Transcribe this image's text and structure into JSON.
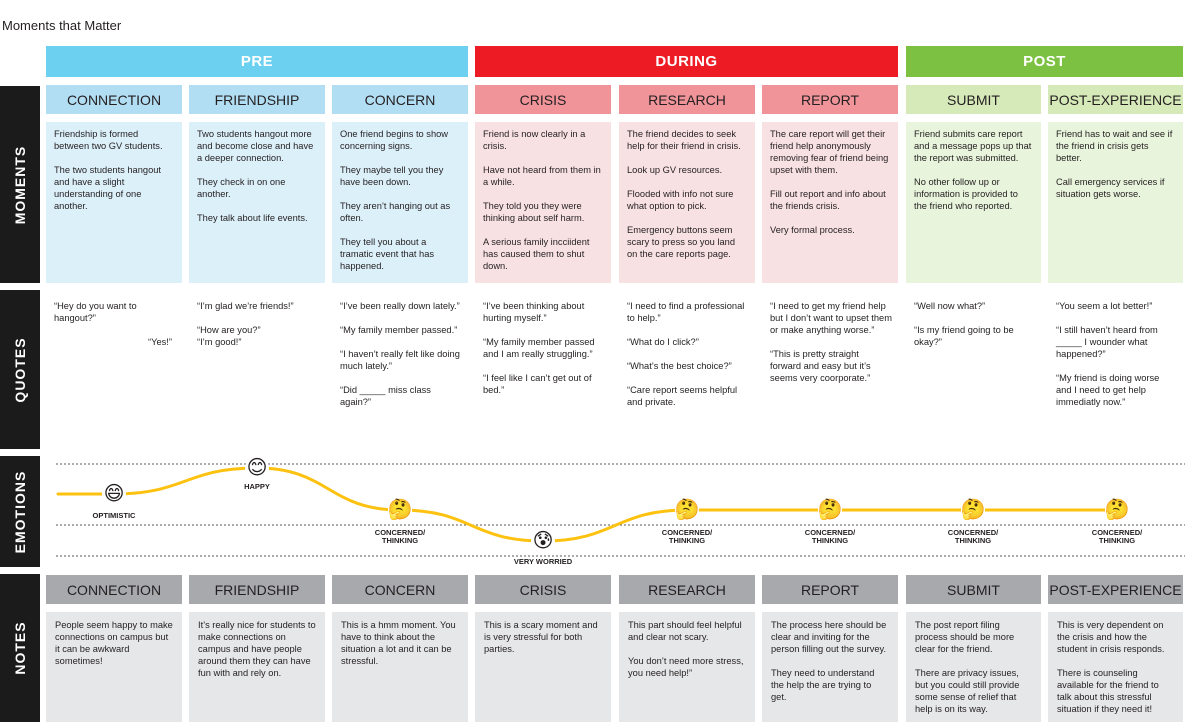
{
  "title": "Moments that Matter",
  "colors": {
    "pre": "#6cd0f0",
    "during": "#ed1c24",
    "post": "#7cc142",
    "curve": "#fdc20f"
  },
  "phases": [
    {
      "label": "PRE",
      "color": "#6cd0f0"
    },
    {
      "label": "DURING",
      "color": "#ed1c24"
    },
    {
      "label": "POST",
      "color": "#7cc142"
    }
  ],
  "row_labels": {
    "moments": "MOMENTS",
    "quotes": "QUOTES",
    "emotions": "EMOTIONS",
    "notes": "NOTES"
  },
  "stages": [
    {
      "label": "CONNECTION",
      "header_color": "#b2def4",
      "box_color": "#dcf0fa",
      "moments": [
        "Friendship is formed between two GV students.",
        "The two students hangout and have a slight understanding of one another."
      ],
      "quotes": [
        {
          "text": "“Hey do you want to hangout?”",
          "align": "left"
        },
        {
          "text": "“Yes!”",
          "align": "right"
        }
      ],
      "emotion": {
        "label": "OPTIMISTIC",
        "icon": "grinning-face-icon",
        "glyph": "😄"
      },
      "notes": [
        "People seem happy to make connections on campus but it can be awkward sometimes!"
      ]
    },
    {
      "label": "FRIENDSHIP",
      "header_color": "#b2def4",
      "box_color": "#dcf0fa",
      "moments": [
        "Two students hangout more and become close and have a deeper connection.",
        "They check in on one another.",
        "They talk about life events."
      ],
      "quotes": [
        {
          "text": "“I’m glad we’re friends!”",
          "align": "left"
        },
        {
          "text": "“How are you?”\n“I’m good!”",
          "align": "left"
        }
      ],
      "emotion": {
        "label": "HAPPY",
        "icon": "smiling-face-icon",
        "glyph": "😊"
      },
      "notes": [
        "It’s really nice for students to make connections on campus and have people around them they can have fun with and rely on."
      ]
    },
    {
      "label": "CONCERN",
      "header_color": "#b2def4",
      "box_color": "#dcf0fa",
      "moments": [
        "One friend begins to show concerning signs.",
        "They maybe tell you they have been down.",
        "They aren’t hanging out as often.",
        "They tell you about a tramatic event that has happened."
      ],
      "quotes": [
        {
          "text": "“I’ve been really down lately.”",
          "align": "left"
        },
        {
          "text": "“My family member passed.”",
          "align": "left"
        },
        {
          "text": "“I haven’t really felt like doing much lately.”",
          "align": "left"
        },
        {
          "text": "“Did _____ miss class again?”",
          "align": "left"
        }
      ],
      "emotion": {
        "label": "CONCERNED/\nTHINKING",
        "icon": "thinking-face-icon",
        "glyph": "🤔"
      },
      "notes": [
        "This is a hmm moment. You have to think about the situation a lot and it can be stressful."
      ]
    },
    {
      "label": "CRISIS",
      "header_color": "#f0949a",
      "box_color": "#f8e1e3",
      "moments": [
        "Friend is now clearly in a crisis.",
        "Have not heard from them in a while.",
        "They told you they were thinking about self harm.",
        "A serious family incciident has caused them to shut down."
      ],
      "quotes": [
        {
          "text": "“I’ve been thinking about hurting myself.”",
          "align": "left"
        },
        {
          "text": "“My family member passed and I am really struggling.”",
          "align": "left"
        },
        {
          "text": "“I feel like I can’t get out of bed.”",
          "align": "left"
        }
      ],
      "emotion": {
        "label": "VERY WORRIED",
        "icon": "crying-face-icon",
        "glyph": "😰"
      },
      "notes": [
        "This is a scary moment and is very stressful for both parties."
      ]
    },
    {
      "label": "RESEARCH",
      "header_color": "#f0949a",
      "box_color": "#f8e1e3",
      "moments": [
        "The friend decides to seek help for their friend in crisis.",
        "Look up GV resources.",
        "Flooded with info not sure what option to pick.",
        "Emergency buttons seem scary to press so you land on the care reports page."
      ],
      "quotes": [
        {
          "text": "“I need to find a professional to help.”",
          "align": "left"
        },
        {
          "text": "“What do I click?”",
          "align": "left"
        },
        {
          "text": "“What’s the best choice?”",
          "align": "left"
        },
        {
          "text": "“Care report seems helpful and private.",
          "align": "left"
        }
      ],
      "emotion": {
        "label": "CONCERNED/\nTHINKING",
        "icon": "thinking-face-icon",
        "glyph": "🤔"
      },
      "notes": [
        "This part should feel helpful and clear not scary.",
        "You don’t need more stress, you need help!”"
      ]
    },
    {
      "label": "REPORT",
      "header_color": "#f0949a",
      "box_color": "#f8e1e3",
      "moments": [
        "The care report will get their friend help anonymously removing fear of friend being upset with them.",
        "Fill out report and info about the friends crisis.",
        "Very formal process."
      ],
      "quotes": [
        {
          "text": "“I need to get my friend help but I don’t want to upset them or make anything worse.”",
          "align": "left"
        },
        {
          "text": "“This is pretty straight forward and easy but it’s seems very coorporate.”",
          "align": "left"
        }
      ],
      "emotion": {
        "label": "CONCERNED/\nTHINKING",
        "icon": "thinking-face-icon",
        "glyph": "🤔"
      },
      "notes": [
        "The process here should be clear and inviting for the person filling out the survey.",
        "They need to understand the help the are trying to get."
      ]
    },
    {
      "label": "SUBMIT",
      "header_color": "#d6e9b9",
      "box_color": "#e9f4dc",
      "moments": [
        "Friend submits care report and a message pops up that the report was submitted.",
        "No other follow up or information is provided to the friend who reported."
      ],
      "quotes": [
        {
          "text": "“Well now what?”",
          "align": "left"
        },
        {
          "text": "“Is my friend going to be okay?”",
          "align": "left"
        }
      ],
      "emotion": {
        "label": "CONCERNED/\nTHINKING",
        "icon": "thinking-face-icon",
        "glyph": "🤔"
      },
      "notes": [
        "The post report filing process should be more clear for the friend.",
        "There are privacy issues, but you could still provide some sense of relief that help is on its way."
      ]
    },
    {
      "label": "POST-EXPERIENCE",
      "header_color": "#d6e9b9",
      "box_color": "#e9f4dc",
      "moments": [
        "Friend has to wait and see if the friend in crisis gets better.",
        "Call emergency services if situation gets worse."
      ],
      "quotes": [
        {
          "text": "“You seem a lot better!”",
          "align": "left"
        },
        {
          "text": "“I still haven’t heard from _____ I wounder what happened?”",
          "align": "left"
        },
        {
          "text": "“My friend is doing worse and I need to get help immediatly now.”",
          "align": "left"
        }
      ],
      "emotion": {
        "label": "CONCERNED/\nTHINKING",
        "icon": "thinking-face-icon",
        "glyph": "🤔"
      },
      "notes": [
        "This is very dependent on the crisis and how the student in crisis responds.",
        "There is counseling available for the friend to talk about this stressful situation if they need it!"
      ]
    }
  ]
}
